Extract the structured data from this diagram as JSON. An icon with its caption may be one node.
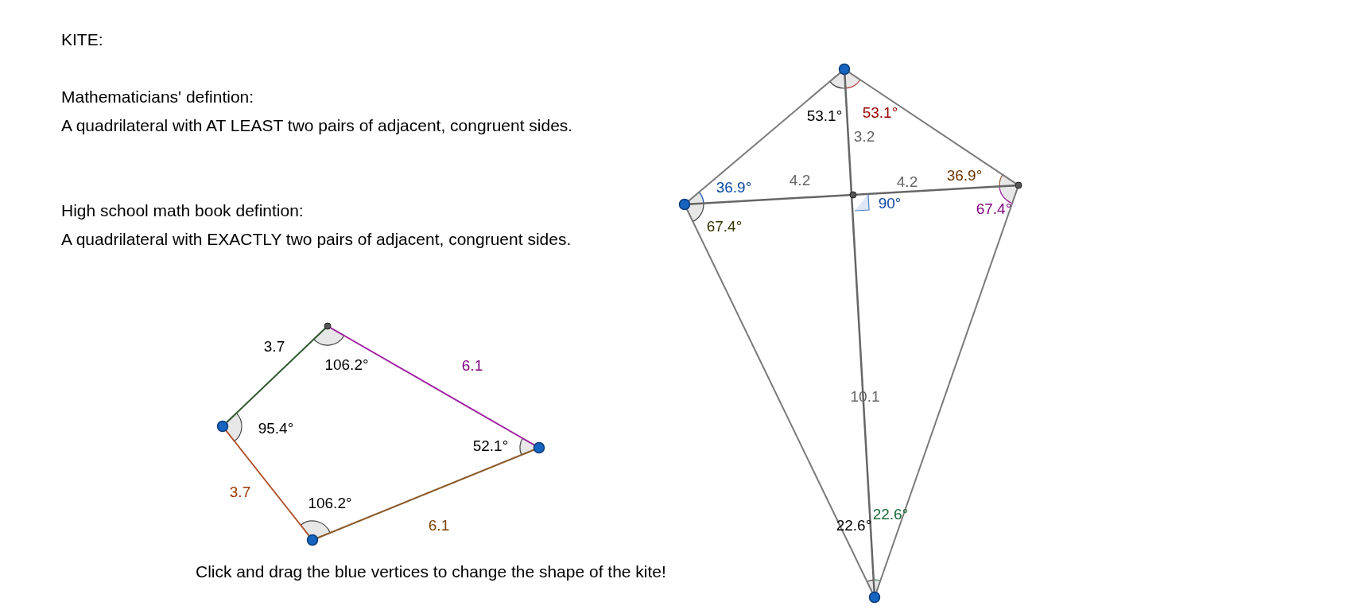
{
  "diagram": {
    "title": "KITE:",
    "labels": [
      "Mathematicians' defintion:",
      "A quadrilateral with AT LEAST two pairs of adjacent, congruent sides.",
      "High school math book defintion:",
      "A quadrilateral with EXACTLY two pairs of adjacent, congruent sides.",
      "53.1°",
      "53.1°",
      "3.2",
      "36.9°",
      "4.2",
      "4.2",
      "36.9°",
      "90°",
      "67.4°",
      "67.4°",
      "10.1",
      "22.6°",
      "22.6°",
      "3.7",
      "106.2°",
      "6.1",
      "95.4°",
      "52.1°",
      "3.7",
      "106.2°",
      "6.1",
      "Click and drag the blue vertices to change the shape of the kite!"
    ]
  }
}
